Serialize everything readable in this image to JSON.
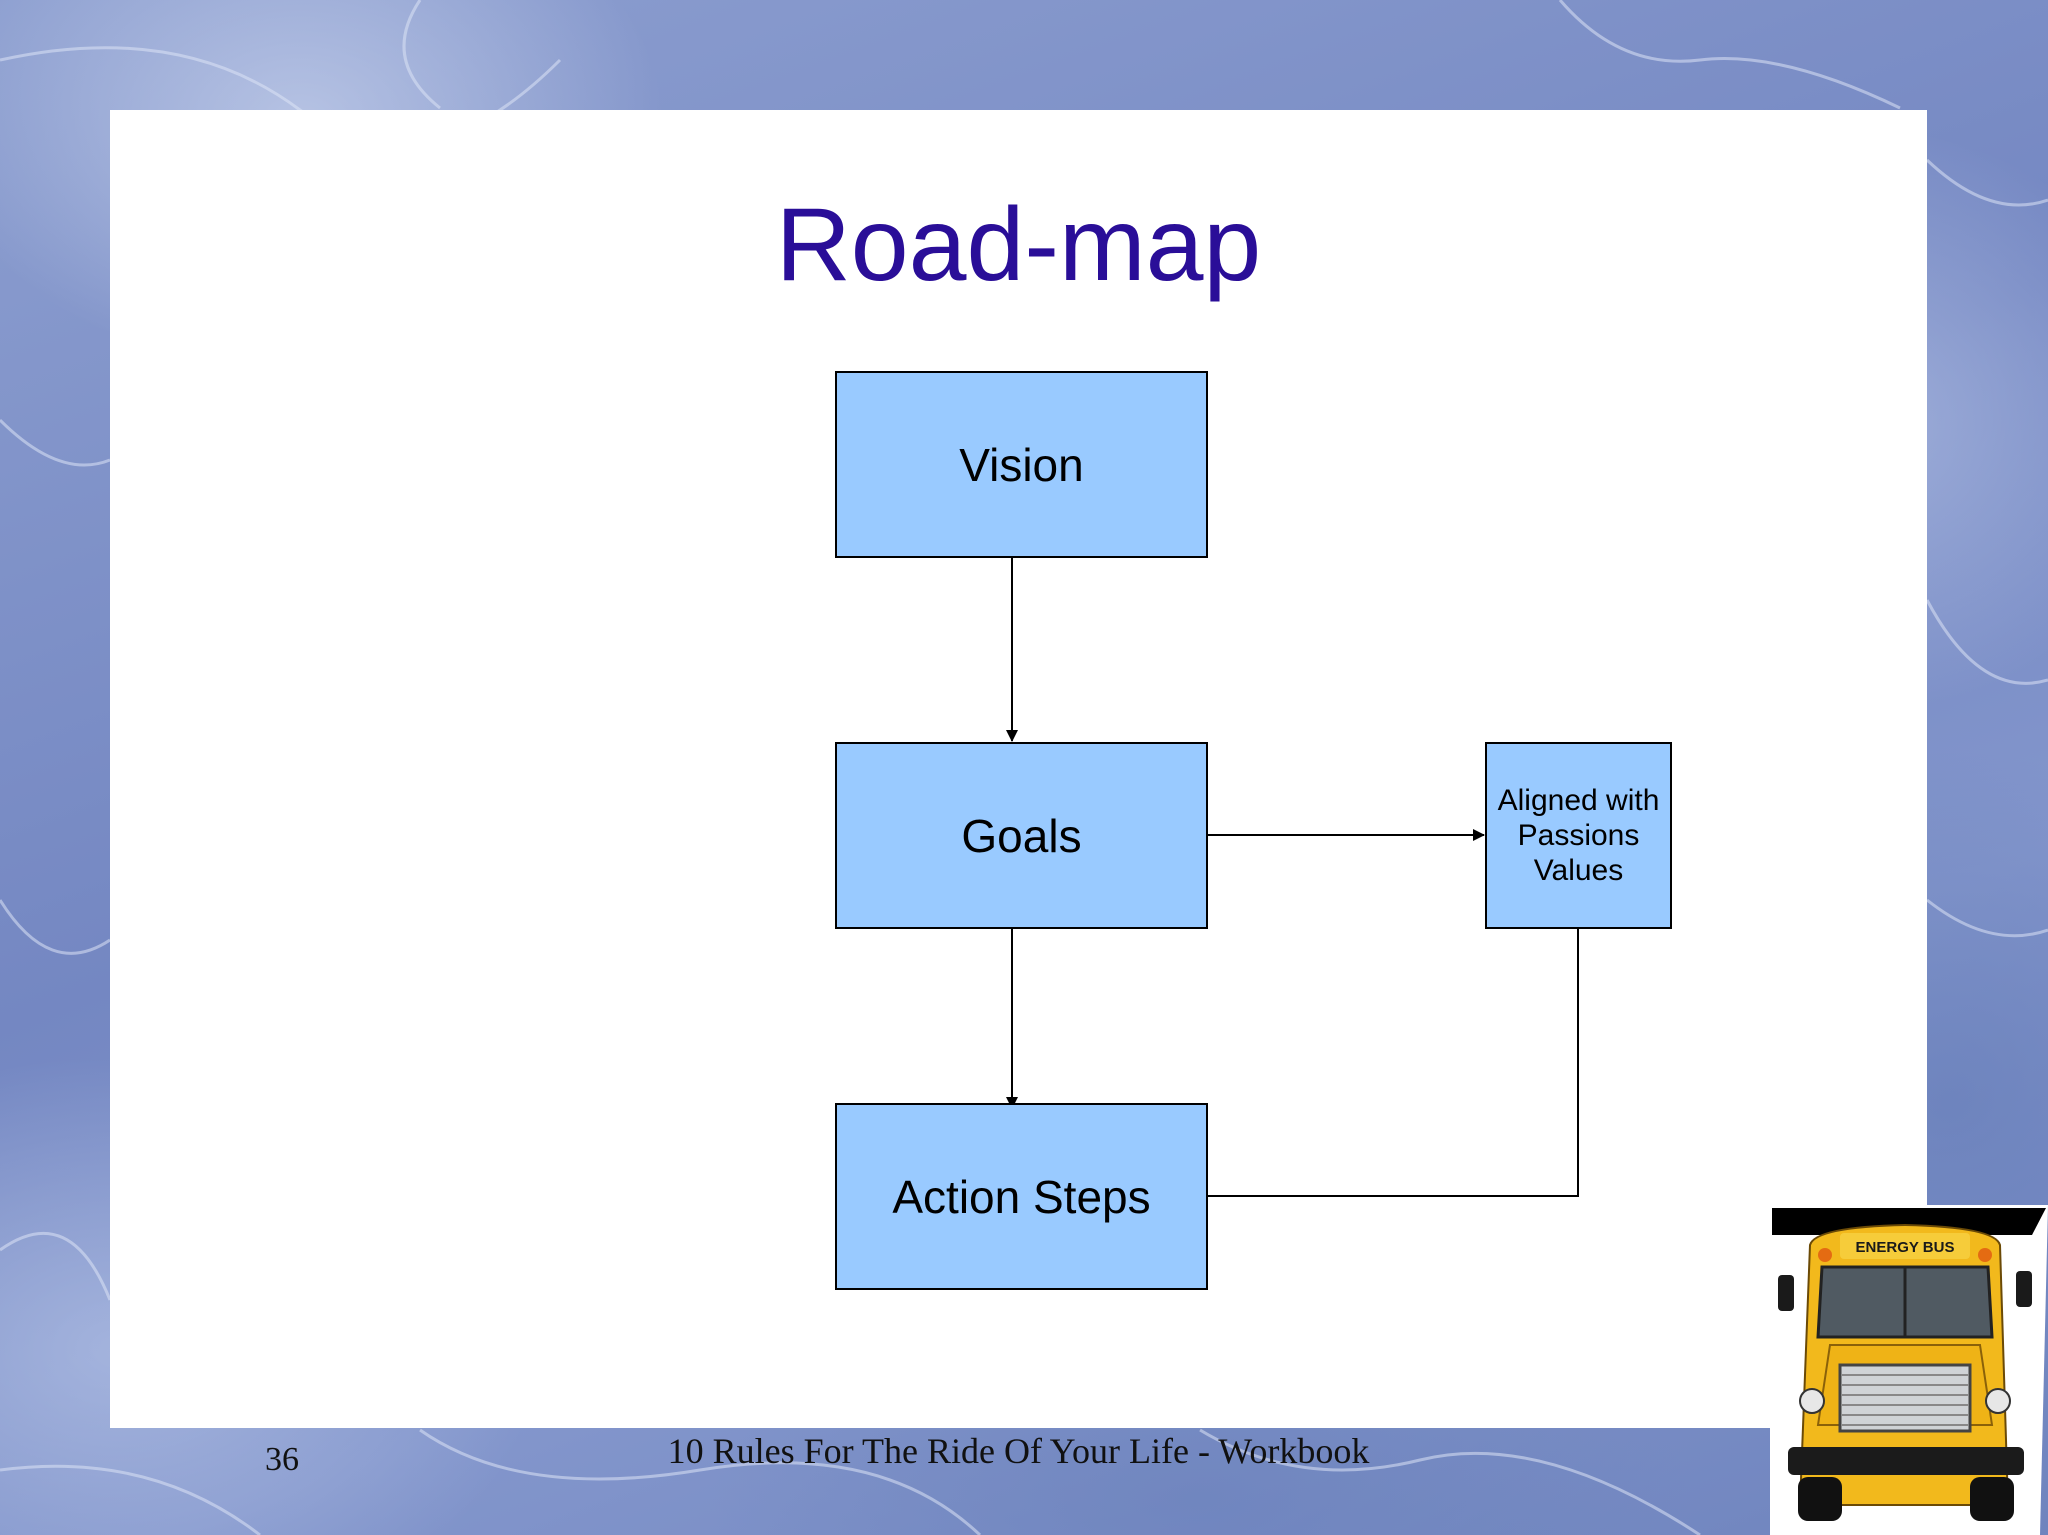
{
  "slide": {
    "title": "Road-map",
    "page_number": "36",
    "footer": "10 Rules For The Ride Of Your Life - Workbook"
  },
  "diagram": {
    "nodes": {
      "vision": "Vision",
      "goals": "Goals",
      "action_steps": "Action Steps",
      "aligned": [
        "Aligned with",
        "Passions",
        "Values"
      ]
    },
    "edges": [
      {
        "from": "vision",
        "to": "goals"
      },
      {
        "from": "goals",
        "to": "aligned"
      },
      {
        "from": "goals",
        "to": "action_steps"
      },
      {
        "from": "aligned",
        "to": "action_steps"
      }
    ]
  },
  "image": {
    "bus_sign": "ENERGY BUS"
  },
  "colors": {
    "title": "#2a0e98",
    "node_fill": "#99caff",
    "bus_yellow": "#f2b91c"
  }
}
